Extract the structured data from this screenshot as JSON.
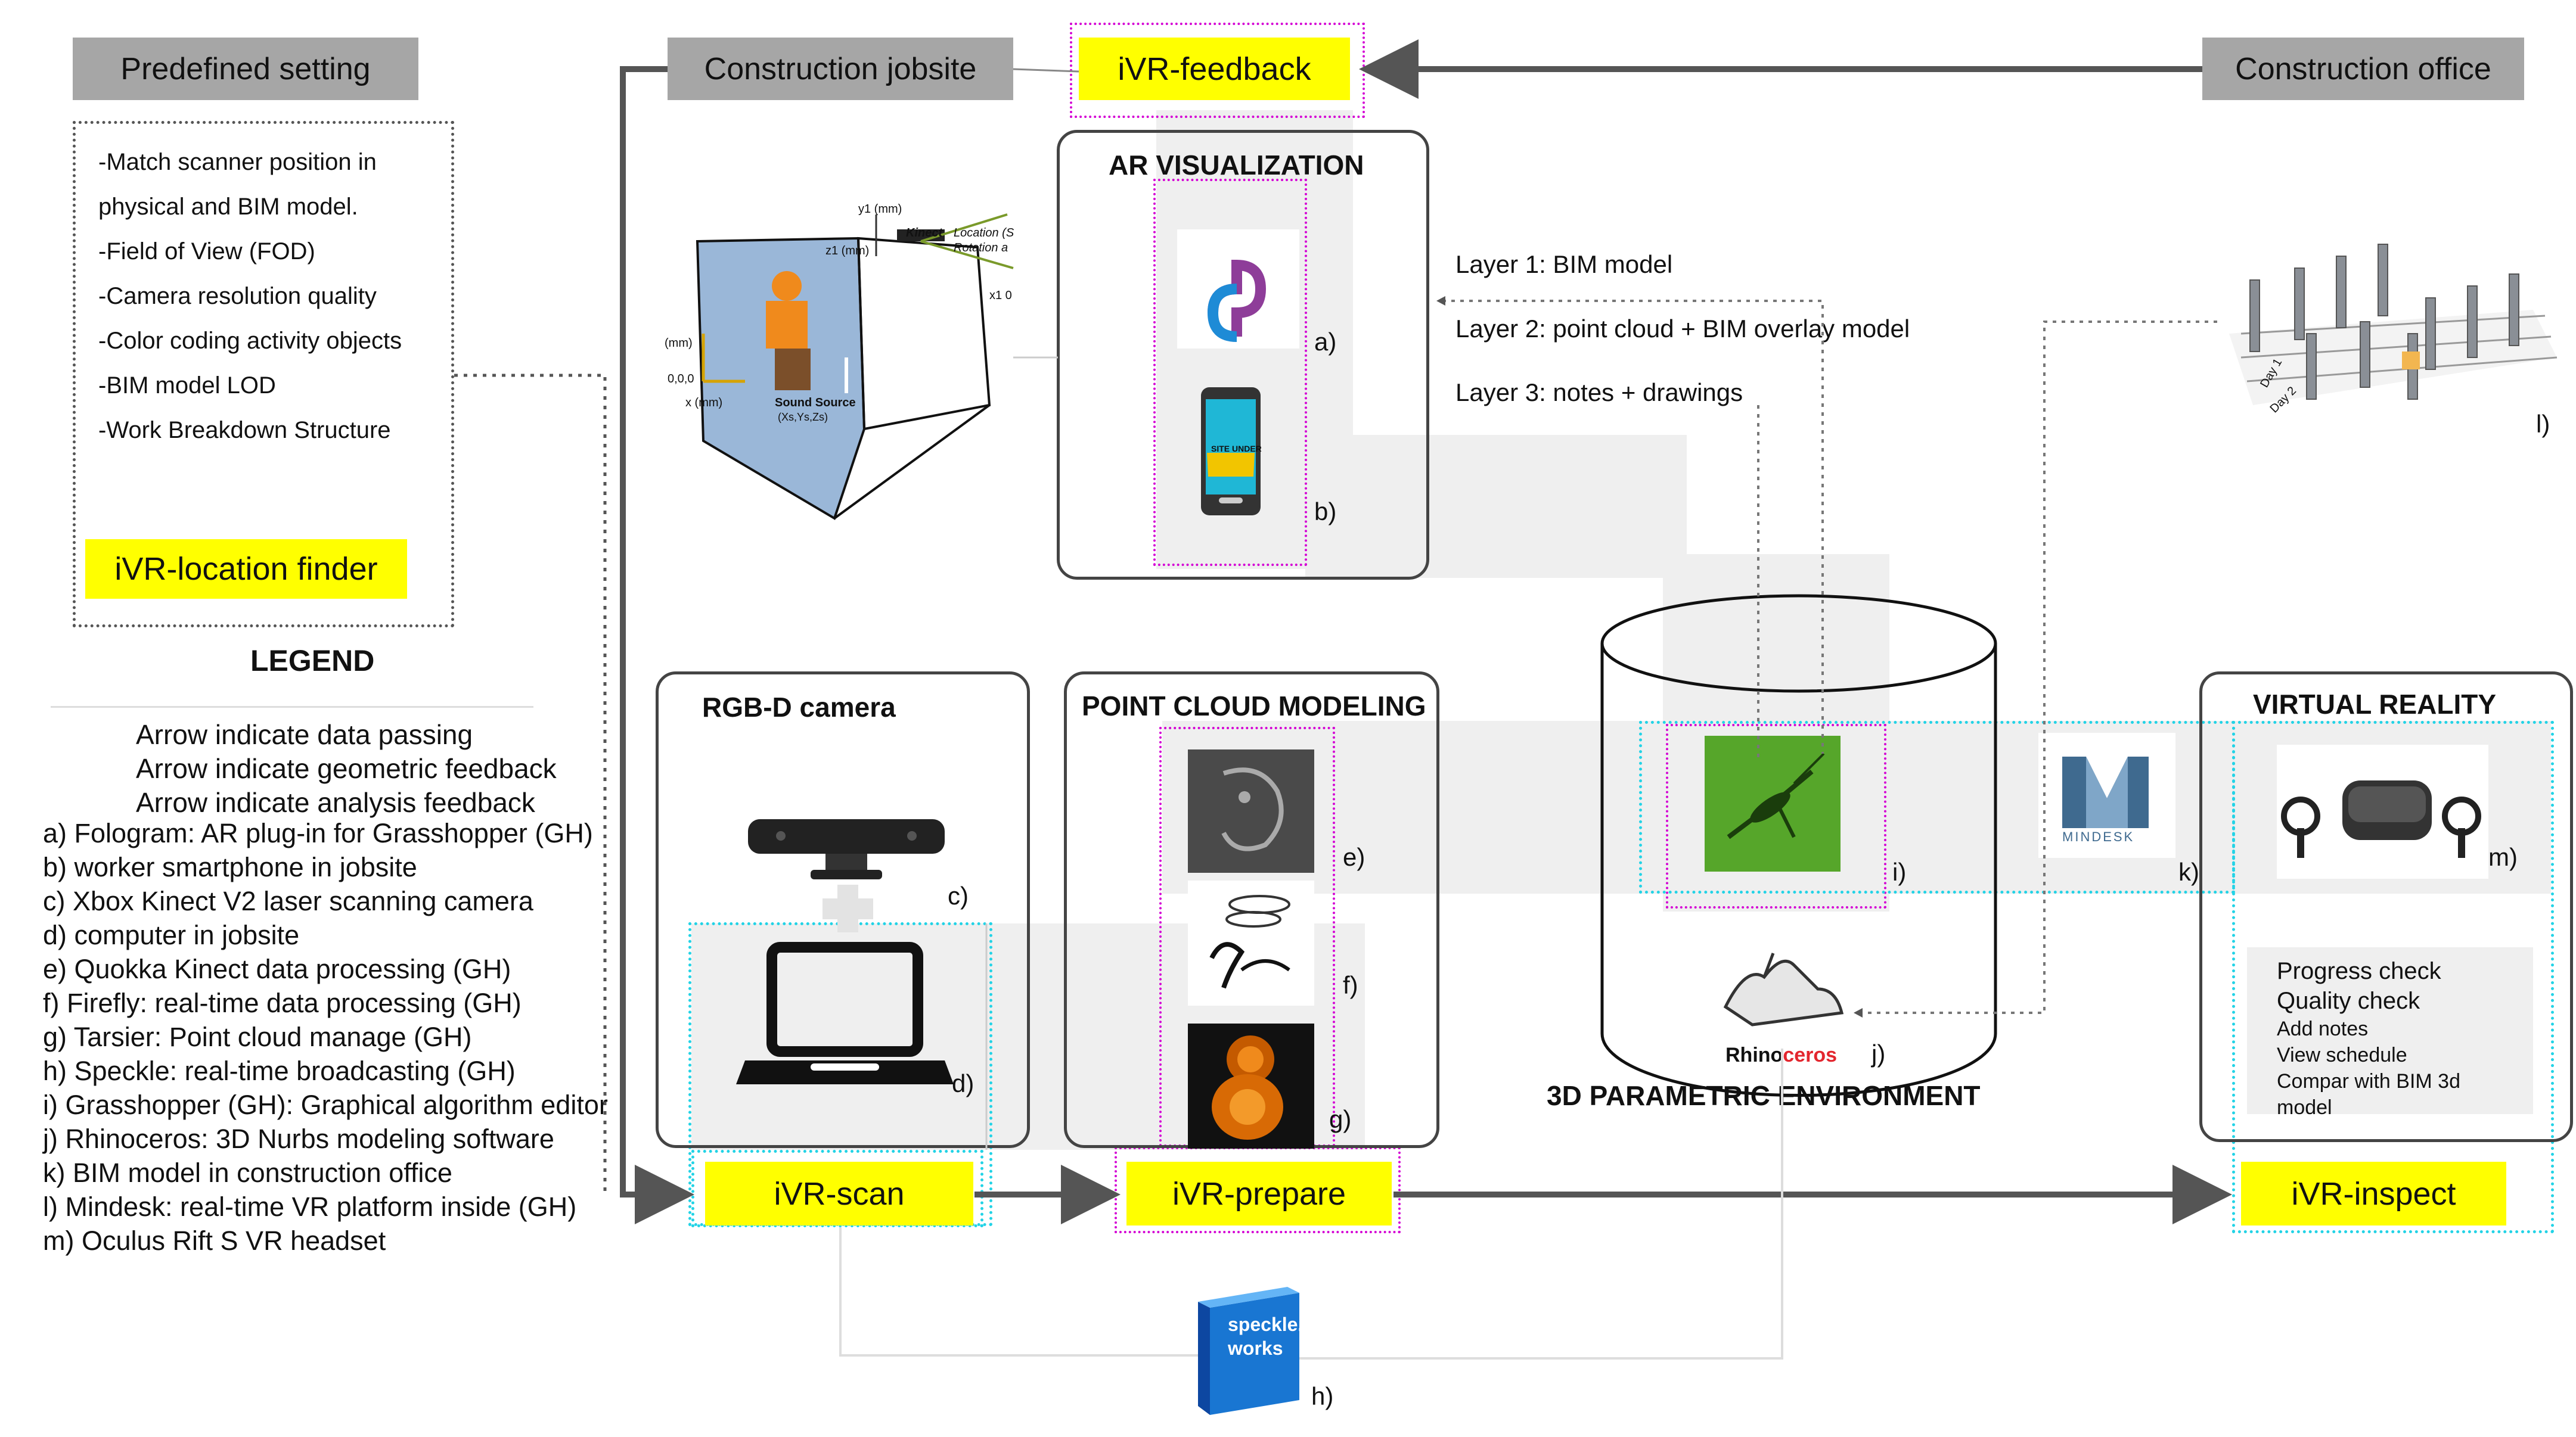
{
  "headers": {
    "predefined": "Predefined setting",
    "jobsite": "Construction jobsite",
    "office": "Construction office"
  },
  "tools": {
    "location_finder": "iVR-location finder",
    "feedback": "iVR-feedback",
    "scan": "iVR-scan",
    "prepare": "iVR-prepare",
    "inspect": "iVR-inspect"
  },
  "predefined_items": [
    "-Match scanner position in",
    "physical and BIM model.",
    "-Field of View (FOD)",
    "-Camera resolution quality",
    "-Color coding activity objects",
    "-BIM model LOD",
    "-Work Breakdown Structure"
  ],
  "legend": {
    "title": "LEGEND",
    "arrows": [
      "Arrow indicate data passing",
      "Arrow indicate geometric feedback",
      "Arrow indicate analysis feedback"
    ],
    "items": [
      "a) Fologram: AR plug-in for Grasshopper (GH)",
      "b) worker smartphone in jobsite",
      "c) Xbox Kinect V2 laser scanning camera",
      "d) computer in jobsite",
      "e) Quokka Kinect data processing (GH)",
      "f) Firefly: real-time data processing (GH)",
      "g) Tarsier: Point cloud manage (GH)",
      "h) Speckle: real-time broadcasting (GH)",
      "i) Grasshopper (GH): Graphical algorithm editor",
      "j) Rhinoceros: 3D Nurbs modeling software",
      "k) BIM model in construction office",
      "l) Mindesk: real-time VR platform inside (GH)",
      "m) Oculus Rift S VR headset"
    ]
  },
  "panels": {
    "ar": "AR VISUALIZATION",
    "rgbd": "RGB-D camera",
    "pcm": "POINT CLOUD MODELING",
    "vr": "VIRTUAL REALITY",
    "env": "3D PARAMETRIC ENVIRONMENT"
  },
  "layers": [
    "Layer 1: BIM model",
    "Layer 2: point cloud + BIM overlay model",
    "Layer 3: notes + drawings"
  ],
  "markers": {
    "a": "a)",
    "b": "b)",
    "c": "c)",
    "d": "d)",
    "e": "e)",
    "f": "f)",
    "g": "g)",
    "h": "h)",
    "i": "i)",
    "j": "j)",
    "k": "k)",
    "l": "l)",
    "m": "m)"
  },
  "vr_tasks": {
    "big": [
      "Progress check",
      "Quality check"
    ],
    "small": [
      "Add notes",
      "View schedule",
      "Compar with BIM 3d",
      "model"
    ]
  },
  "logos": {
    "rhino_a": "Rhino",
    "rhino_b": "ceros",
    "mindesk": "MINDESK",
    "speckle_1": "speckle.",
    "speckle_2": "works",
    "site": "SITE UNDER"
  },
  "kinect_labels": {
    "kinect": "Kinect",
    "location": "Location (S",
    "rotation": "Rotation a",
    "y1": "y1 (mm)",
    "z1": "z1 (mm)",
    "x1": "x1 0",
    "mm": "(mm)",
    "origin": "0,0,0",
    "x": "x (mm)",
    "sound": "Sound Source",
    "sound_coord": "(Xs,Ys,Zs)"
  },
  "schedule_labels": {
    "day1": "Day 1",
    "day2": "Day 2"
  },
  "colors": {
    "yellow": "#ffff00",
    "gray_header": "#a6a6a6",
    "magenta": "#d400d4",
    "cyan": "#22d3e6",
    "arrow": "#555555"
  }
}
